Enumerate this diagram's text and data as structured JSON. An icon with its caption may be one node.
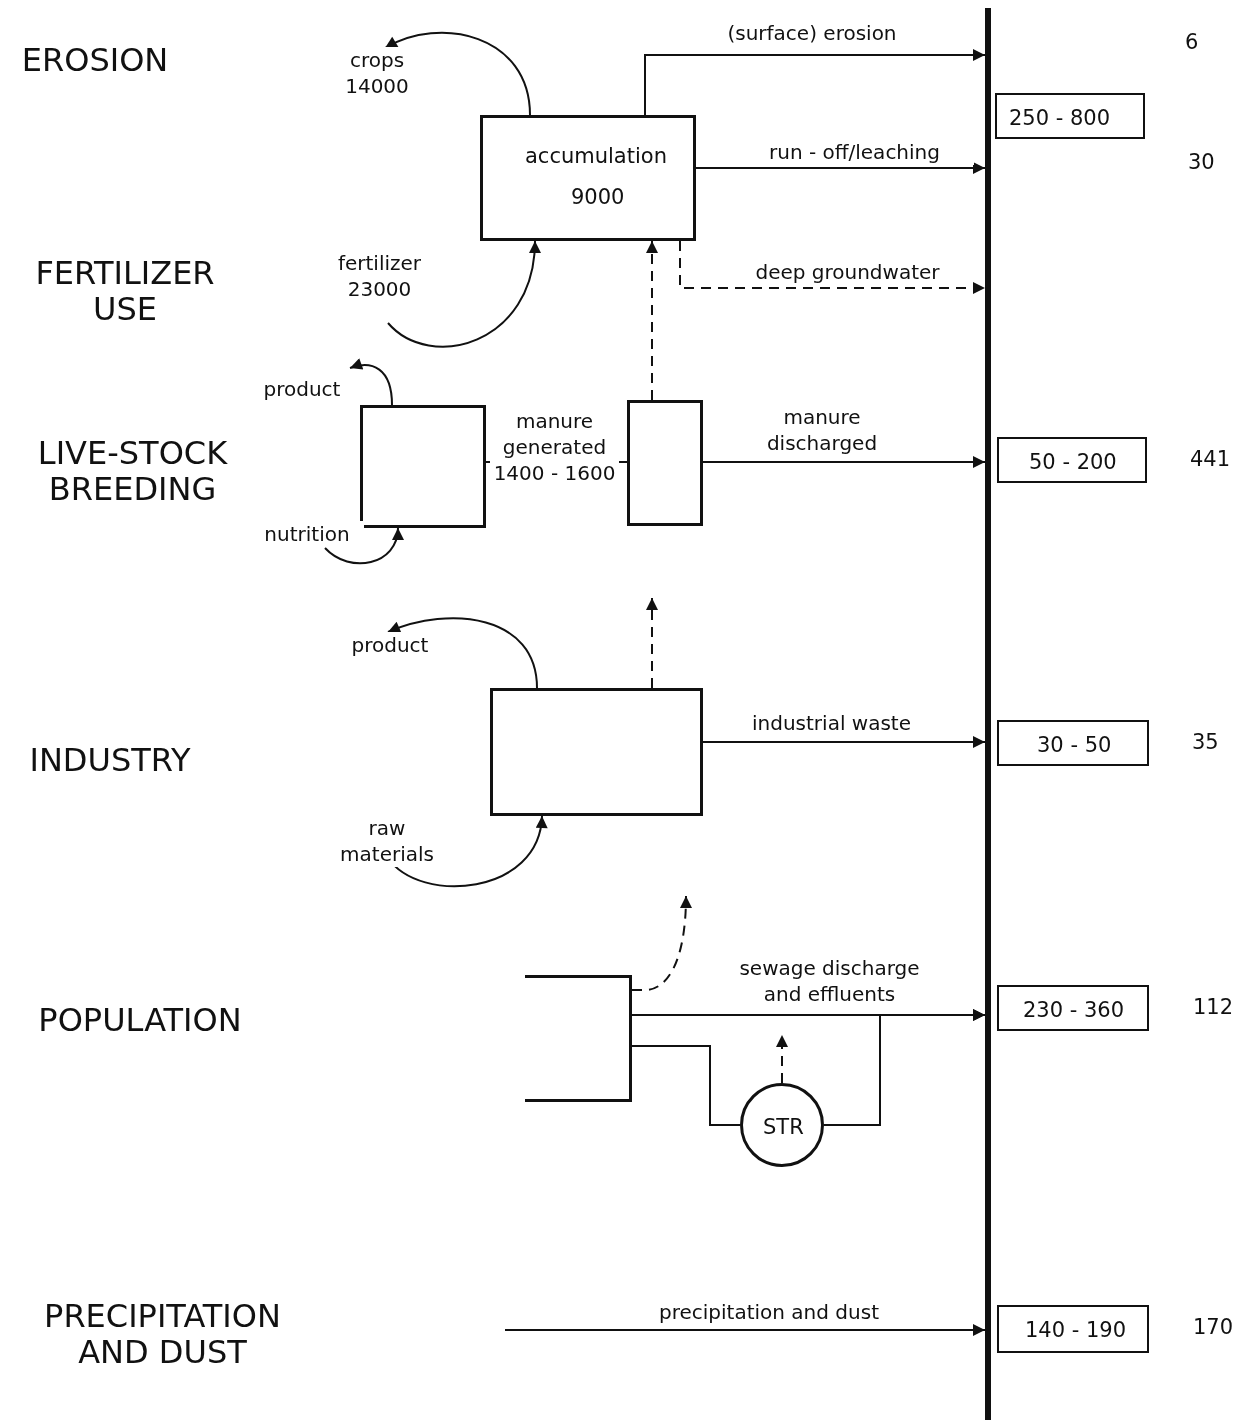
{
  "diagram": {
    "nodes": [
      {
        "text": [
          "accumulation",
          "9000"
        ]
      },
      {
        "text": [],
        "shape": "box"
      },
      {
        "text": [],
        "shape": "box"
      },
      {
        "text": [],
        "shape": "box"
      },
      {
        "text": [],
        "shape": "box"
      },
      {
        "text": [
          "STR"
        ]
      },
      {
        "text": [],
        "shape": "bar"
      },
      {
        "text": [
          "250 - 800"
        ]
      },
      {
        "text": [
          "50 - 200"
        ]
      },
      {
        "text": [
          "30 - 50"
        ]
      },
      {
        "text": [
          "230 - 360"
        ]
      },
      {
        "text": [
          "140 - 190"
        ]
      }
    ],
    "edges": [
      {
        "from": 0,
        "to": 6,
        "arrow": "to",
        "label": "(surface) erosion"
      },
      {
        "from": 0,
        "to": 6,
        "arrow": "to",
        "label": "run - off/leaching"
      },
      {
        "from": 0,
        "to": 6,
        "arrow": "to",
        "label": "deep groundwater",
        "style": "dashed"
      },
      {
        "from": 0,
        "to": null,
        "arrow": "to",
        "label": "crops 14000"
      },
      {
        "from": null,
        "to": 0,
        "arrow": "to",
        "label": "fertilizer 23000"
      },
      {
        "from": 2,
        "to": 0,
        "arrow": "to",
        "style": "dashed"
      },
      {
        "from": 1,
        "to": null,
        "arrow": "to",
        "label": "product"
      },
      {
        "from": null,
        "to": 1,
        "arrow": "to",
        "label": "nutrition"
      },
      {
        "from": 1,
        "to": 2,
        "arrow": "none",
        "label": "manure generated 1400 - 1600"
      },
      {
        "from": 2,
        "to": 6,
        "arrow": "to",
        "label": "manure discharged"
      },
      {
        "from": 3,
        "to": null,
        "arrow": "to",
        "label": "product"
      },
      {
        "from": null,
        "to": 3,
        "arrow": "to",
        "label": "raw materials"
      },
      {
        "from": 3,
        "to": null,
        "arrow": "to",
        "style": "dashed"
      },
      {
        "from": 3,
        "to": 6,
        "arrow": "to",
        "label": "industrial waste"
      },
      {
        "from": 4,
        "to": null,
        "arrow": "to",
        "style": "dashed"
      },
      {
        "from": 4,
        "to": 6,
        "arrow": "to",
        "label": "sewage discharge and effluents"
      },
      {
        "from": 4,
        "to": 5,
        "arrow": "none"
      },
      {
        "from": 5,
        "to": null,
        "arrow": "to",
        "style": "dashed"
      },
      {
        "from": 5,
        "to": 6,
        "arrow": "to"
      },
      {
        "from": null,
        "to": 6,
        "arrow": "to",
        "label": "precipitation and dust"
      }
    ],
    "labels": [
      "EROSION",
      "6",
      "30",
      "FERTILIZER USE",
      "LIVE-STOCK BREEDING",
      "441",
      "INDUSTRY",
      "35",
      "POPULATION",
      "112",
      "PRECIPITATION AND DUST",
      "170"
    ]
  }
}
